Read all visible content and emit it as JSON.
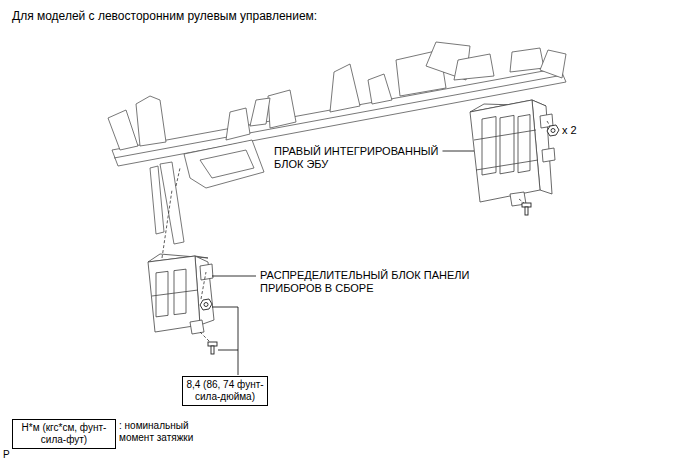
{
  "diagram": {
    "title": "Для моделей с левосторонним рулевым управлением:",
    "nodes": [
      {
        "text": [
          "8,4 (86, 74 фунт- сила-дюйма)"
        ]
      },
      {
        "text": [
          "Н*м (кгс*см, фунт- сила-фут)"
        ]
      }
    ],
    "labels": [
      "ПРАВЫЙ ИНТЕГРИРОВАННЫЙ БЛОК ЭБУ",
      "x 2",
      "РАСПРЕДЕЛИТЕЛЬНЫЙ БЛОК ПАНЕЛИ ПРИБОРОВ В СБОРЕ",
      "P"
    ],
    "legend": [
      {
        "text": ": номинальный момент затяжки"
      }
    ]
  }
}
